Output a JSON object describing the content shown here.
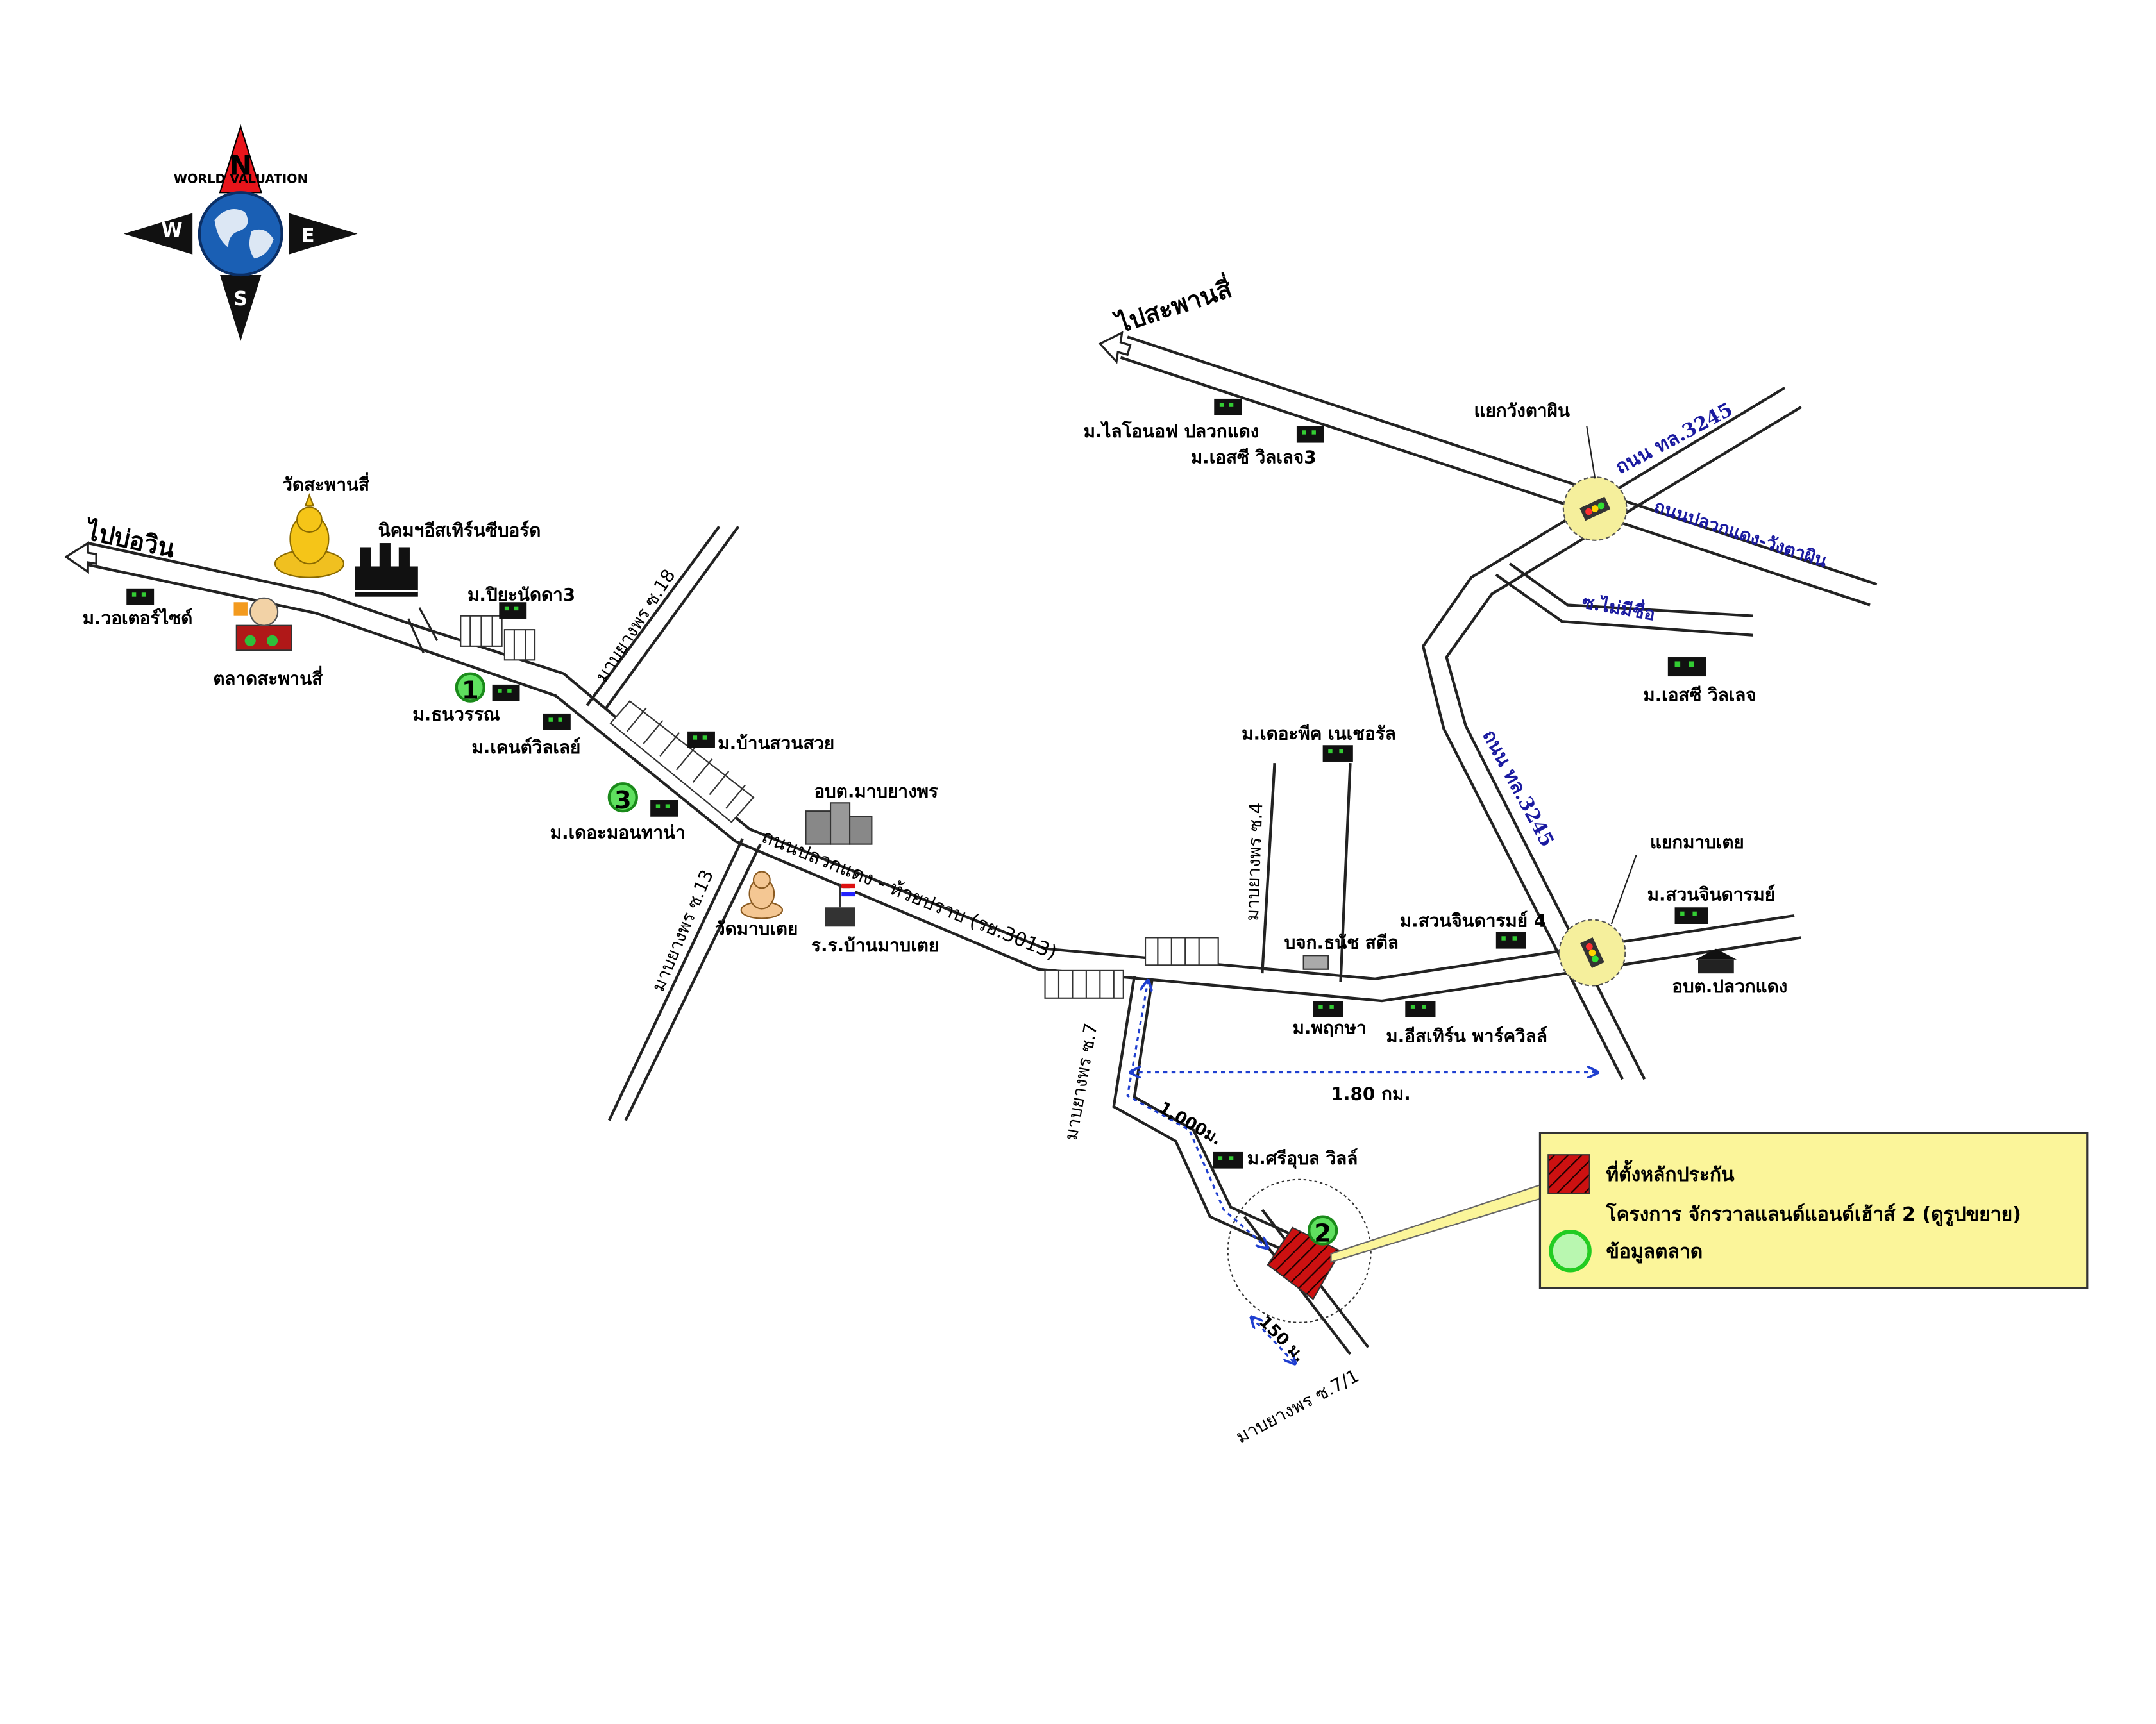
{
  "compass": {
    "brand": "WORLD VALUATION",
    "n": "N",
    "s": "S",
    "e": "E",
    "w": "W"
  },
  "colors": {
    "road": "#222222",
    "compass_north": "#e8151b",
    "globe": "#1a5fb4",
    "subject": "#cc1111",
    "market_marker": "#22cc22",
    "intersection": "#f5ef9c",
    "legend_bg": "#fbf59a",
    "blue_label": "#1a1aa0",
    "distance_line": "#1f3fd0"
  },
  "destinations": {
    "left": "ไปบ่อวิน",
    "top": "ไปสะพานสี่"
  },
  "roads": {
    "main": "ถนนปลวกแดง - ห้วยปราบ (รย.3013)",
    "hwy_upper": "ถนน ทล.3245",
    "hwy_lower": "ถนน ทล.3245",
    "east": "ถนนปลวกแดง-วังตาผิน",
    "unnamed": "ซ.ไม่มีชื่อ",
    "soi18": "มาบยางพร ซ.18",
    "soi13": "มาบยางพร ซ.13",
    "soi4": "มาบยางพร ซ.4",
    "soi7": "มาบยางพร ซ.7",
    "soi71": "มาบยางพร ซ.7/1"
  },
  "intersections": {
    "north": "แยกวังตาผิน",
    "south": "แยกมาบเตย"
  },
  "landmarks": {
    "temple_sapansi": "วัดสะพานสี่",
    "industrial": "นิคมฯอีสเทิร์นซีบอร์ด",
    "market": "ตลาดสะพานสี่",
    "waterside": "ม.วอเตอร์ไซด์",
    "piya": "ม.ปิยะนัดดา3",
    "thanawan": "ม.ธนวรรณ",
    "kent": "ม.เคนต์วิลเลย์",
    "suansuai": "ม.บ้านสวนสวย",
    "montana": "ม.เดอะมอนทาน่า",
    "obt_mabyangporn": "อบต.มาบยางพร",
    "temple_mabtoei": "วัดมาบเตย",
    "school": "ร.ร.บ้านมาบเตย",
    "lion": "ม.ไลโอนอฟ ปลวกแดง",
    "sc3": "ม.เอสซี วิลเลจ3",
    "sc": "ม.เอสซี วิลเลจ",
    "peak": "ม.เดอะพีค เนเชอรัล",
    "steel": "บจก.ธนัช สตีล",
    "suanjin4": "ม.สวนจินดารมย์ 4",
    "suanjin": "ม.สวนจินดารมย์",
    "obt_pluakdaeng": "อบต.ปลวกแดง",
    "pruksa": "ม.พฤกษา",
    "eastern": "ม.อีสเทิร์น พาร์ควิลล์",
    "sriubon": "ม.ศรีอุบล วิลล์"
  },
  "distances": {
    "d1": "1.80 กม.",
    "d2": "1,000ม.",
    "d3": "150 ม."
  },
  "markers": {
    "m1": "1",
    "m2": "2",
    "m3": "3"
  },
  "legend": {
    "subject": "ที่ตั้งหลักประกัน",
    "project": "โครงการ จักรวาลแลนด์แอนด์เฮ้าส์ 2 (ดูรูปขยาย)",
    "market": "ข้อมูลตลาด"
  }
}
